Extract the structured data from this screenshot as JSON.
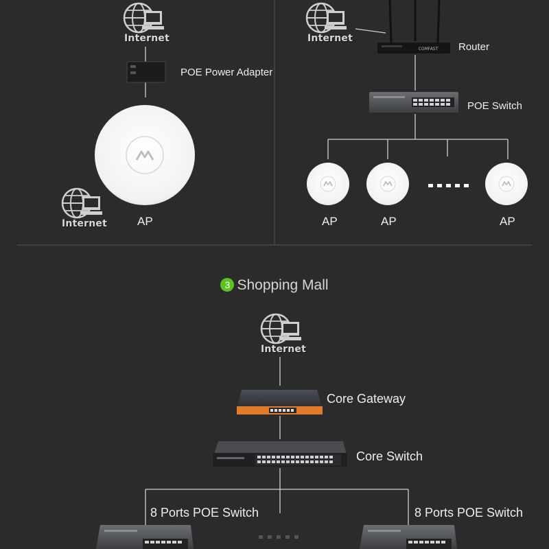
{
  "top_left": {
    "internet_top": "Internet",
    "poe_adapter": "POE Power Adapter",
    "ap": "AP",
    "internet_bottom": "Internet"
  },
  "top_right": {
    "internet": "Internet",
    "router": "Router",
    "poe_switch": "POE Switch",
    "ap_labels": [
      "AP",
      "AP",
      "AP"
    ],
    "ellipsis": "......"
  },
  "shopping_mall": {
    "number": "3",
    "title": "Shopping Mall",
    "internet": "Internet",
    "core_gateway": "Core Gateway",
    "core_switch": "Core Switch",
    "left_switch": "8 Ports POE Switch",
    "right_switch": "8 Ports POE Switch"
  },
  "colors": {
    "background": "#2b2b2b",
    "accent_green": "#5cc21f",
    "gateway_orange": "#e07b2b"
  }
}
